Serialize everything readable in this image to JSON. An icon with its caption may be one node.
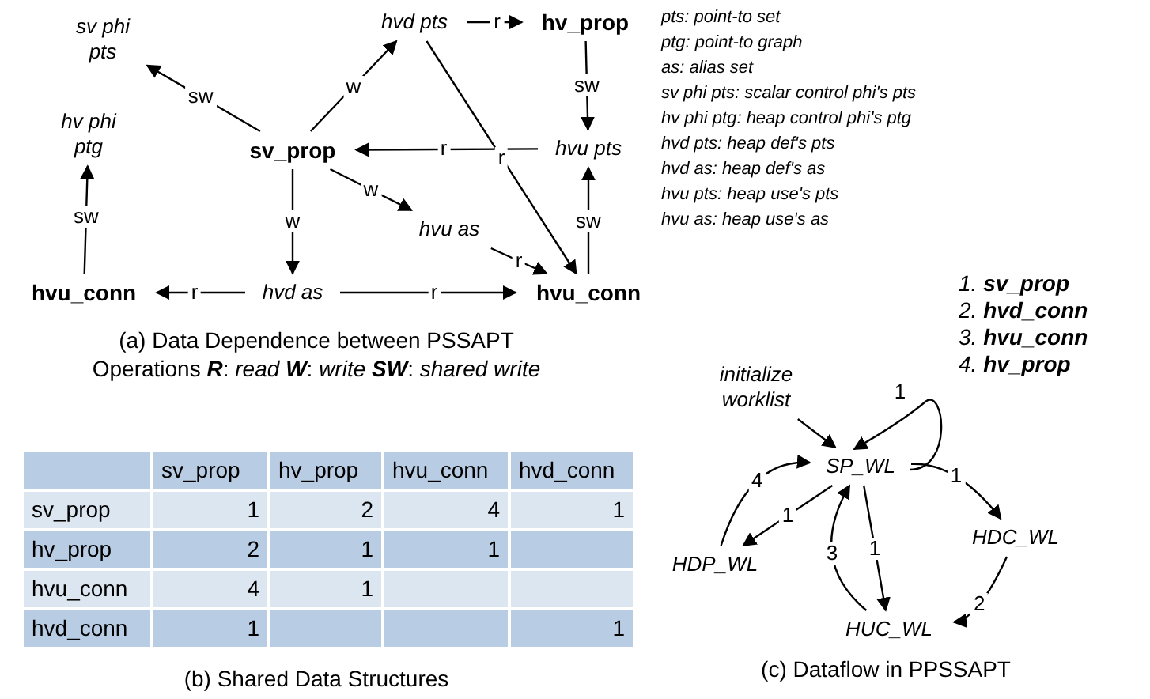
{
  "diagram": {
    "nodes": [
      {
        "text": [
          "sv phi pts"
        ]
      },
      {
        "text": [
          "hv phi ptg"
        ]
      },
      {
        "text": [
          "hvd pts"
        ]
      },
      {
        "text": [
          "hv_prop"
        ]
      },
      {
        "text": [
          "sv_prop"
        ]
      },
      {
        "text": [
          "hvu pts"
        ]
      },
      {
        "text": [
          "hvu as"
        ]
      },
      {
        "text": [
          "hvu_conn"
        ]
      },
      {
        "text": [
          "hvd as"
        ]
      },
      {
        "text": [
          "hvu_conn"
        ]
      },
      {
        "text": [
          "initialize worklist"
        ]
      },
      {
        "text": [
          "SP_WL"
        ]
      },
      {
        "text": [
          "HDP_WL"
        ]
      },
      {
        "text": [
          "HDC_WL"
        ]
      },
      {
        "text": [
          "HUC_WL"
        ]
      }
    ],
    "edges": [
      {
        "from": 4,
        "to": 0,
        "arrow": "to",
        "label": "sw"
      },
      {
        "from": 4,
        "to": 2,
        "arrow": "to",
        "label": "w"
      },
      {
        "from": 2,
        "to": 3,
        "arrow": "to",
        "label": "r"
      },
      {
        "from": 3,
        "to": 5,
        "arrow": "to",
        "label": "sw"
      },
      {
        "from": 5,
        "to": 4,
        "arrow": "to",
        "label": "r"
      },
      {
        "from": 2,
        "to": 9,
        "arrow": "to",
        "label": "r"
      },
      {
        "from": 4,
        "to": 6,
        "arrow": "to",
        "label": "w"
      },
      {
        "from": 6,
        "to": 9,
        "arrow": "to",
        "label": "r"
      },
      {
        "from": 4,
        "to": 8,
        "arrow": "to",
        "label": "w"
      },
      {
        "from": 8,
        "to": 7,
        "arrow": "to",
        "label": "r"
      },
      {
        "from": 8,
        "to": 9,
        "arrow": "to",
        "label": "r"
      },
      {
        "from": 9,
        "to": 5,
        "arrow": "to",
        "label": "sw"
      },
      {
        "from": 7,
        "to": 1,
        "arrow": "to",
        "label": "sw"
      },
      {
        "from": 10,
        "to": 11,
        "arrow": "to"
      },
      {
        "from": 11,
        "to": 11,
        "arrow": "to",
        "label": "1"
      },
      {
        "from": 11,
        "to": 13,
        "arrow": "to",
        "label": "1"
      },
      {
        "from": 13,
        "to": 14,
        "arrow": "to",
        "label": "2"
      },
      {
        "from": 11,
        "to": 14,
        "arrow": "to",
        "label": "1"
      },
      {
        "from": 14,
        "to": 11,
        "arrow": "to",
        "label": "3"
      },
      {
        "from": 11,
        "to": 12,
        "arrow": "to",
        "label": "1"
      },
      {
        "from": 12,
        "to": 11,
        "arrow": "to",
        "label": "4"
      }
    ],
    "labels": [
      "pts: point-to set",
      "ptg: point-to graph",
      "as: alias set",
      "sv phi pts: scalar control phi's pts",
      "hv phi ptg: heap control phi's ptg",
      "hvd pts: heap def's pts",
      "hvd as: heap def's as",
      "hvu pts: heap use's pts",
      "hvu as: heap use's as",
      "(a) Data Dependence between PSSAPT Operations **R**: *read* **W**: *write* **SW**: *shared write*",
      "1. **sv_prop**",
      "2. **hvd_conn**",
      "3. **hvu_conn**",
      "4. **hv_prop**",
      "sv_prop",
      "hv_prop",
      "hvu_conn",
      "hvd_conn",
      "sv_prop",
      "1",
      "2",
      "4",
      "1",
      "hv_prop",
      "2",
      "1",
      "1",
      "hvu_conn",
      "4",
      "1",
      "hvd_conn",
      "1",
      "1",
      "(b) Shared Data Structures",
      "(c) Dataflow in PPSSAPT"
    ]
  }
}
